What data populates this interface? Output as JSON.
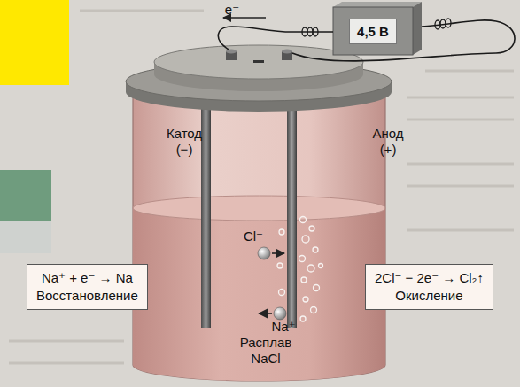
{
  "diagram": {
    "nodes": [
      {
        "text": [
          "4,5 В"
        ]
      },
      {
        "text": [
          "Na⁺ + e⁻ → Na",
          "Восстановление"
        ]
      },
      {
        "text": [
          "2Cl⁻ − 2e⁻ → Cl₂↑",
          "Окисление"
        ]
      }
    ],
    "labels": [
      "e⁻",
      "Катод (−)",
      "Анод (+)",
      "Cl⁻",
      "Na⁺",
      "Расплав NaCl"
    ]
  }
}
